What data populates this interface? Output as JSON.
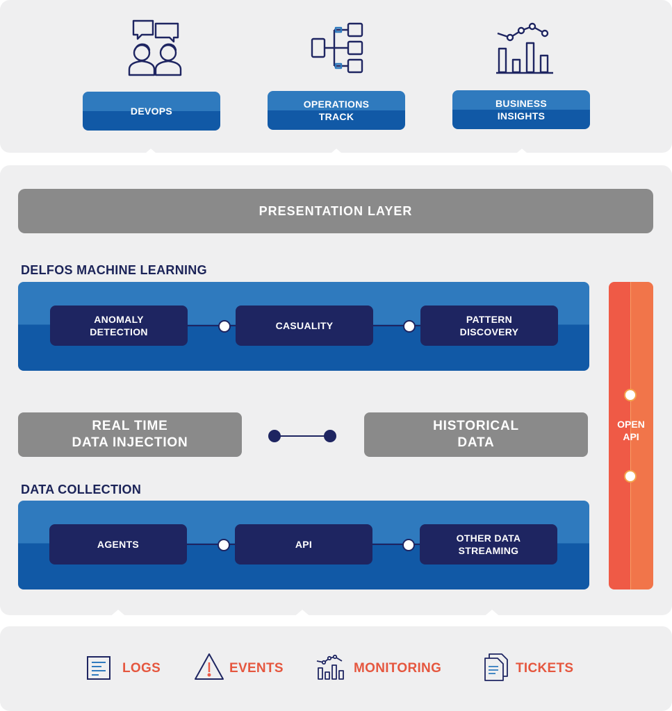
{
  "personas": [
    {
      "label": "DEVOPS",
      "icon": "team-chat-icon"
    },
    {
      "label": "OPERATIONS\nTRACK",
      "icon": "flowchart-icon"
    },
    {
      "label": "BUSINESS\nINSIGHTS",
      "icon": "bar-line-chart-icon"
    }
  ],
  "presentation_layer": "PRESENTATION  LAYER",
  "machine_learning": {
    "title": "DELFOS MACHINE LEARNING",
    "nodes": [
      "ANOMALY\nDETECTION",
      "CASUALITY",
      "PATTERN\nDISCOVERY"
    ]
  },
  "data_sources": {
    "left": "REAL TIME\nDATA INJECTION",
    "right": "HISTORICAL\nDATA"
  },
  "data_collection": {
    "title": "DATA COLLECTION",
    "nodes": [
      "AGENTS",
      "API",
      "OTHER DATA\nSTREAMING"
    ]
  },
  "open_api": "OPEN\nAPI",
  "sources": [
    {
      "label": "LOGS",
      "icon": "log-document-icon"
    },
    {
      "label": "EVENTS",
      "icon": "warning-triangle-icon"
    },
    {
      "label": "MONITORING",
      "icon": "monitoring-chart-icon"
    },
    {
      "label": "TICKETS",
      "icon": "tickets-documents-icon"
    }
  ],
  "colors": {
    "navy": "#1e2561",
    "blue_light": "#2f7abe",
    "blue_dark": "#1159a6",
    "gray": "#8a8a8a",
    "orange": "#ef5a46",
    "source_text": "#e5573f",
    "panel_bg": "#efeff0"
  }
}
